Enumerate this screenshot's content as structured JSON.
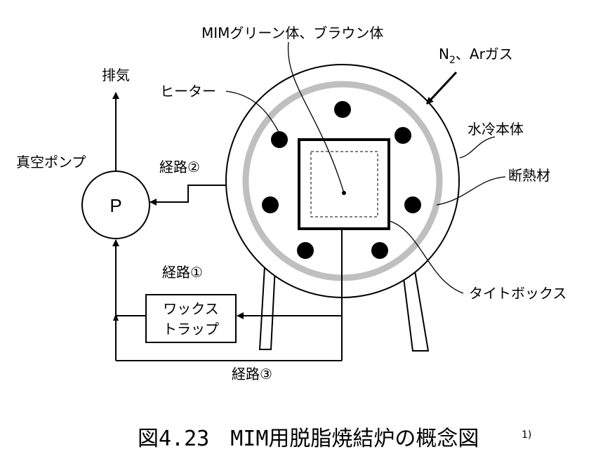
{
  "labels": {
    "exhaust": "排気",
    "vacuum_pump": "真空ポンプ",
    "pump_symbol": "P",
    "heater": "ヒーター",
    "green_brown_body": "MIMグリーン体、ブラウン体",
    "gas_n2_prefix": "N",
    "gas_subscript": "2",
    "gas_suffix": "、Arガス",
    "water_cooled_body": "水冷本体",
    "insulation": "断熱材",
    "tight_box": "タイトボックス",
    "route_1": "経路①",
    "route_2": "経路②",
    "route_3": "経路③",
    "wax_trap_line1": "ワックス",
    "wax_trap_line2": "トラップ"
  },
  "caption": {
    "text": "図4.23　MIM用脱脂焼結炉の概念図",
    "reference": "1)"
  },
  "colors": {
    "line": "#000000",
    "insulation_ring": "#bfbfbf",
    "background": "#ffffff"
  }
}
